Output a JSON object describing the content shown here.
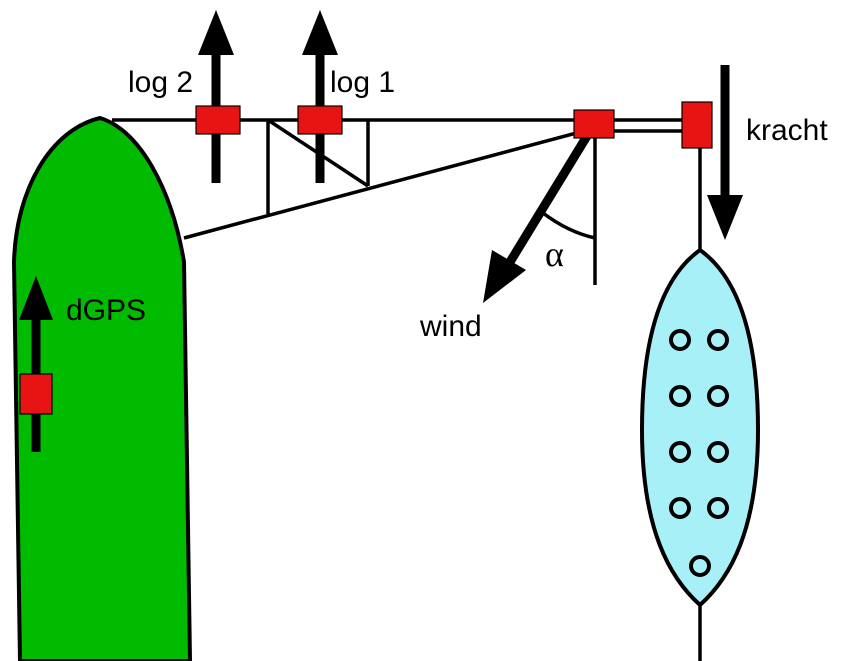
{
  "labels": {
    "log2": "log 2",
    "log1": "log 1",
    "kracht": "kracht",
    "wind": "wind",
    "alpha": "α",
    "dgps": "dGPS"
  },
  "colors": {
    "ship_fill": "#00bb00",
    "vessel_fill": "#a8f0f8",
    "sensor_fill": "#e81414",
    "line": "#000000"
  }
}
